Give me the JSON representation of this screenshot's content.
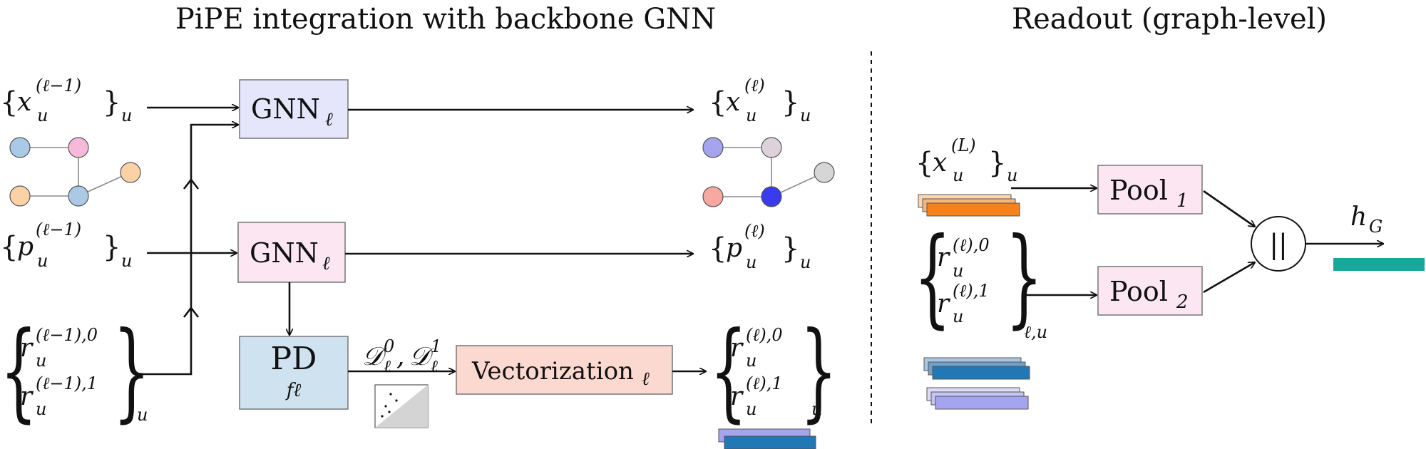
{
  "titles": {
    "left": "PiPE integration with backbone GNN",
    "right": "Readout (graph-level)"
  },
  "boxes": {
    "gnn_x": {
      "label": "GNN",
      "sub": "ℓ",
      "fill": "#e5e6fb"
    },
    "gnn_p": {
      "label": "GNN",
      "sub": "ℓ",
      "fill": "#fbe6f1"
    },
    "pd": {
      "label": "PD",
      "sub": "fℓ",
      "fill": "#cfe2f0"
    },
    "vector": {
      "label": "Vectorization",
      "sub": "ℓ",
      "fill": "#fcd9d0"
    },
    "pool1": {
      "label": "Pool",
      "sub": "1",
      "fill": "#fbe6f1"
    },
    "pool2": {
      "label": "Pool",
      "sub": "2",
      "fill": "#fbe6f1"
    },
    "concat": {
      "label": "||"
    }
  },
  "math": {
    "x_in": {
      "base": "x",
      "sup": "(ℓ−1)",
      "sub": "u",
      "outer_sub": "u"
    },
    "x_out": {
      "base": "x",
      "sup": "(ℓ)",
      "sub": "u",
      "outer_sub": "u"
    },
    "p_in": {
      "base": "p",
      "sup": "(ℓ−1)",
      "sub": "u",
      "outer_sub": "u"
    },
    "p_out": {
      "base": "p",
      "sup": "(ℓ)",
      "sub": "u",
      "outer_sub": "u"
    },
    "r_in": {
      "base": "r",
      "sup0": "(ℓ−1),0",
      "sup1": "(ℓ−1),1",
      "sub": "u",
      "outer_sub": "u"
    },
    "r_out": {
      "base": "r",
      "sup0": "(ℓ),0",
      "sup1": "(ℓ),1",
      "sub": "u",
      "outer_sub": "u"
    },
    "x_final": {
      "base": "x",
      "sup": "(L)",
      "sub": "u",
      "outer_sub": "u"
    },
    "r_readout": {
      "base": "r",
      "sup0": "(ℓ),0",
      "sup1": "(ℓ),1",
      "sub": "u",
      "outer_sub": "ℓ,u"
    },
    "diagrams": {
      "d0": "𝒟",
      "d0_sup": "0",
      "d0_sub": "ℓ",
      "sep": ",",
      "d1": "𝒟",
      "d1_sup": "1",
      "d1_sub": "ℓ"
    },
    "h_g": {
      "base": "h",
      "sub": "G"
    }
  },
  "colors": {
    "graph_in": [
      "#a9c9e6",
      "#f6b9d9",
      "#fbd1a6",
      "#fbd1a6",
      "#a9c9e6"
    ],
    "graph_out": [
      "#a4a4ef",
      "#ddd1dc",
      "#f7a8a0",
      "#3a3aef",
      "#d6d6d6"
    ],
    "x_bars": [
      "#fbd7b4",
      "#fbb57a",
      "#f7811a"
    ],
    "r_bars_blue": [
      "#a8c6e3",
      "#6da2cf",
      "#2277b5"
    ],
    "r_bars_purple": [
      "#dcdcf8",
      "#c4c4f5",
      "#a4a4ef"
    ],
    "out_bars": [
      "#a4a4ef",
      "#2277b5"
    ],
    "hg_bar": "#17a89c",
    "diagram_fill": "#d4d4d4"
  }
}
